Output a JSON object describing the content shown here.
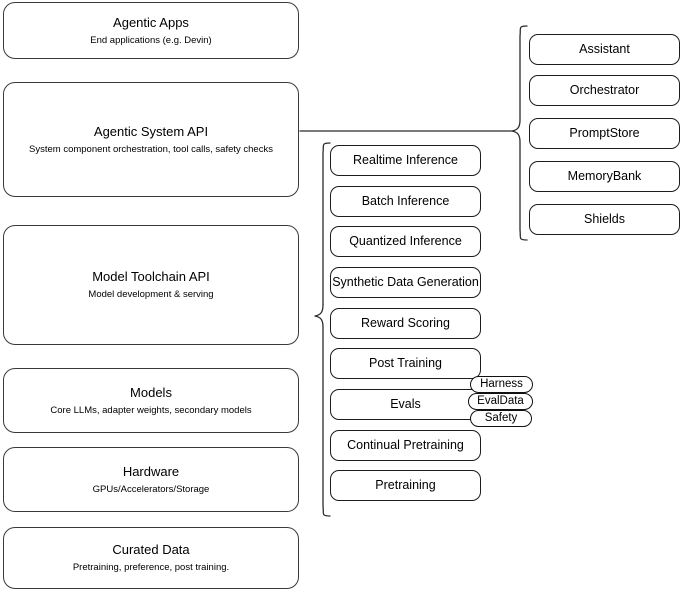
{
  "diagram": {
    "title": "AI stack layers with component breakdowns",
    "accent_color": "#2b2b2b",
    "background_color": "#ffffff"
  },
  "layers": [
    {
      "id": "agentic-apps",
      "title": "Agentic Apps",
      "subtitle": "End applications (e.g. Devin)"
    },
    {
      "id": "agentic-system-api",
      "title": "Agentic System API",
      "subtitle": "System component orchestration, tool calls, safety checks"
    },
    {
      "id": "model-toolchain-api",
      "title": "Model Toolchain API",
      "subtitle": "Model development & serving"
    },
    {
      "id": "models",
      "title": "Models",
      "subtitle": "Core LLMs, adapter weights, secondary models"
    },
    {
      "id": "hardware",
      "title": "Hardware",
      "subtitle": "GPUs/Accelerators/Storage"
    },
    {
      "id": "curated-data",
      "title": "Curated Data",
      "subtitle": "Pretraining, preference, post training."
    }
  ],
  "toolchain_components": [
    {
      "id": "realtime-inference",
      "label": "Realtime Inference"
    },
    {
      "id": "batch-inference",
      "label": "Batch Inference"
    },
    {
      "id": "quantized-inference",
      "label": "Quantized Inference"
    },
    {
      "id": "synthetic-data-generation",
      "label": "Synthetic Data Generation"
    },
    {
      "id": "reward-scoring",
      "label": "Reward Scoring"
    },
    {
      "id": "post-training",
      "label": "Post Training"
    },
    {
      "id": "evals",
      "label": "Evals"
    },
    {
      "id": "continual-pretraining",
      "label": "Continual Pretraining"
    },
    {
      "id": "pretraining",
      "label": "Pretraining"
    }
  ],
  "evals_badges": [
    {
      "id": "harness",
      "label": "Harness"
    },
    {
      "id": "evaldata",
      "label": "EvalData"
    },
    {
      "id": "safety",
      "label": "Safety"
    }
  ],
  "system_components": [
    {
      "id": "assistant",
      "label": "Assistant"
    },
    {
      "id": "orchestrator",
      "label": "Orchestrator"
    },
    {
      "id": "promptstore",
      "label": "PromptStore"
    },
    {
      "id": "memorybank",
      "label": "MemoryBank"
    },
    {
      "id": "shields",
      "label": "Shields"
    }
  ]
}
